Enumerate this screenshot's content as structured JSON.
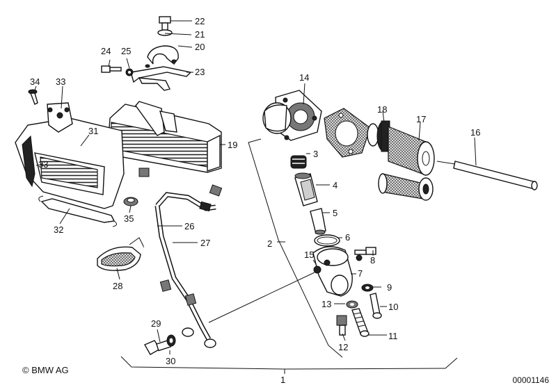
{
  "copyright": "© BMW AG",
  "diagram_id": "00001146",
  "callouts": [
    "1",
    "2",
    "3",
    "4",
    "5",
    "6",
    "7",
    "8",
    "9",
    "10",
    "11",
    "12",
    "13",
    "14",
    "15",
    "16",
    "17",
    "18",
    "19",
    "20",
    "21",
    "22",
    "23",
    "24",
    "25",
    "26",
    "27",
    "28",
    "29",
    "30",
    "31",
    "32",
    "33",
    "33",
    "34",
    "35"
  ]
}
